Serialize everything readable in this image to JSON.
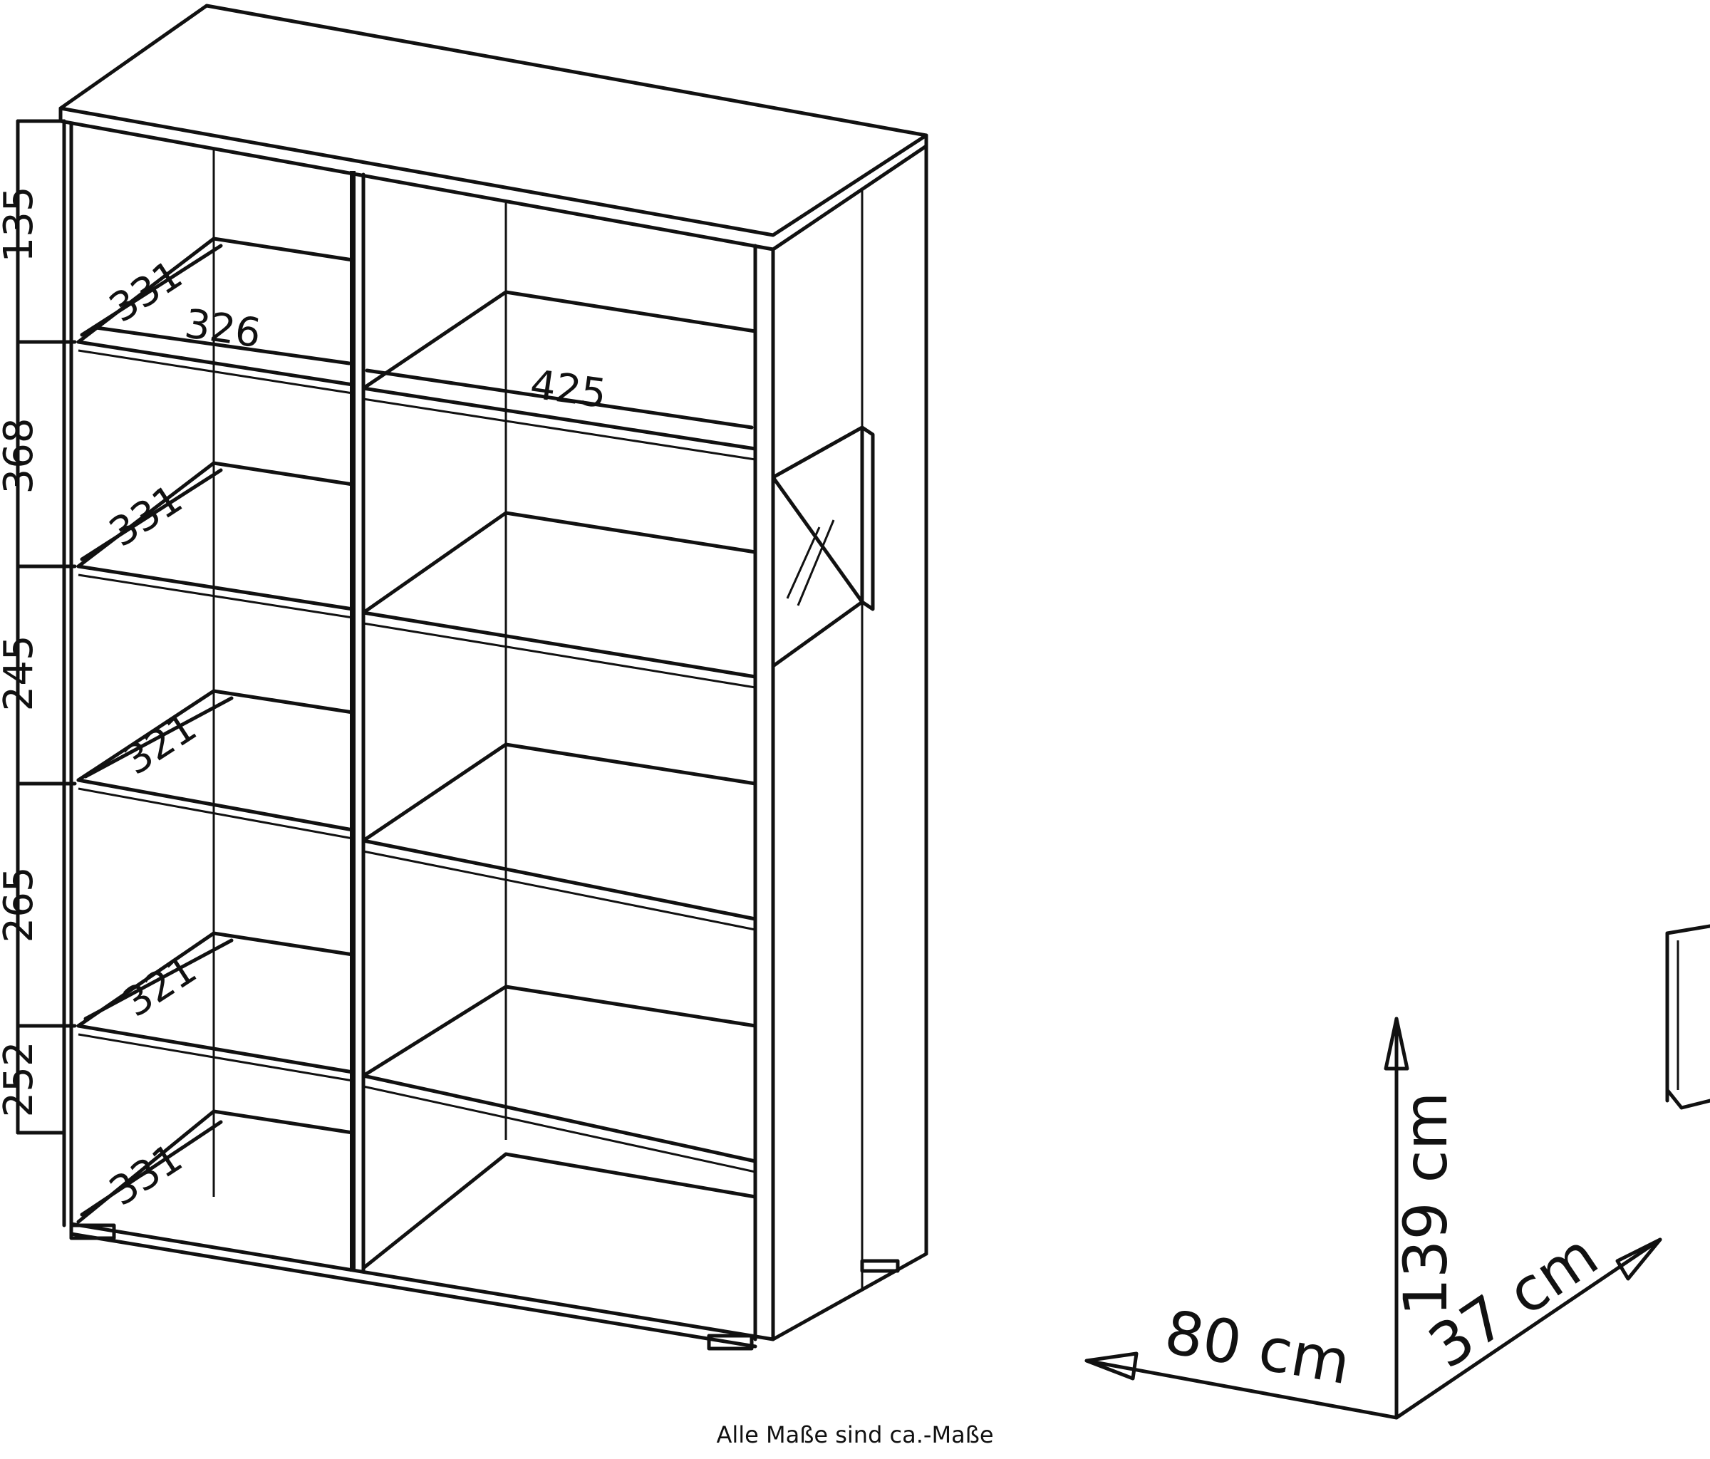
{
  "dimensions": {
    "compartment_heights": [
      "135",
      "368",
      "245",
      "265",
      "252"
    ],
    "shelf_depths": [
      "331",
      "331",
      "321",
      "321",
      "331"
    ],
    "compartment_widths": [
      "326",
      "425"
    ]
  },
  "overall": {
    "height": "139 cm",
    "width": "80 cm",
    "depth": "37 cm"
  },
  "caption": "Alle Maße sind ca.-Maße"
}
